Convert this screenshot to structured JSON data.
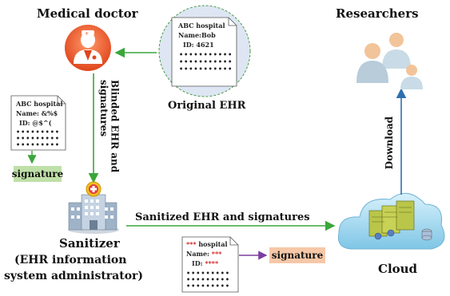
{
  "labels": {
    "medical_doctor": "Medical doctor",
    "original_ehr": "Original EHR",
    "researchers": "Researchers",
    "blinded_line1": "Blinded EHR and",
    "blinded_line2": "signatures",
    "download": "Download",
    "sanitized": "Sanitized EHR and signatures",
    "sanitizer": "Sanitizer",
    "sanitizer_role_line1": "(EHR  information",
    "sanitizer_role_line2": "system administrator)",
    "cloud": "Cloud"
  },
  "original_doc": {
    "line1": "ABC hospital",
    "line2": "Name:Bob",
    "line3": "ID:  4621"
  },
  "blinded_doc": {
    "line1": "ABC hospital",
    "line2": "Name:  &%$",
    "line3": "ID:  @$^(",
    "signature": "signature"
  },
  "sanitized_doc": {
    "line1_mask": "***",
    "line1_rest": " hospital",
    "line2_label": "Name:",
    "line2_mask": " ***",
    "line3_label": "ID:",
    "line3_mask": "  ****",
    "signature": "signature"
  },
  "colors": {
    "arrow_green": "#3aa63a",
    "arrow_blue": "#2f6fb0",
    "arrow_purple": "#7a3fa0",
    "sig_green": "#bfe0a8",
    "sig_peach": "#f6c8a8",
    "circle_fill": "#dde6f2",
    "doctor_orange": "#f26a3c",
    "mask_red": "#d22020"
  },
  "icons": [
    "doctor-icon",
    "researchers-icon",
    "sanitizer-building-icon",
    "cloud-servers-icon"
  ]
}
